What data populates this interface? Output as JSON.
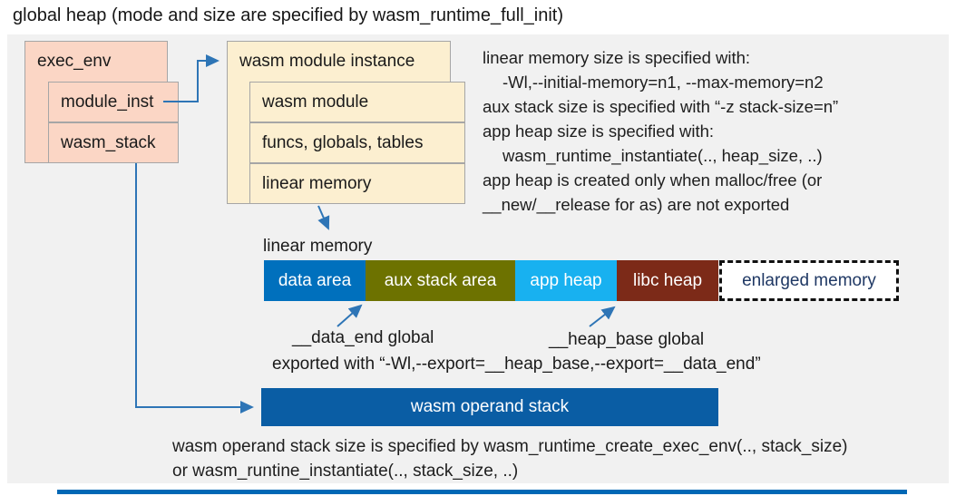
{
  "title": "global heap (mode and size are specified by wasm_runtime_full_init)",
  "exec_env": {
    "header": "exec_env",
    "rows": [
      "module_inst",
      "wasm_stack"
    ]
  },
  "module_instance": {
    "header": "wasm module instance",
    "rows": [
      "wasm module",
      "funcs, globals, tables",
      "linear memory"
    ]
  },
  "notes": {
    "lines": [
      "linear memory size is specified with:",
      "-Wl,--initial-memory=n1, --max-memory=n2",
      "aux stack size is specified with “-z stack-size=n”",
      "app heap size is specified with:",
      "wasm_runtime_instantiate(.., heap_size, ..)",
      "app heap is created only when malloc/free (or",
      "__new/__release for as) are not exported"
    ]
  },
  "linear_memory": {
    "label": "linear memory",
    "segments": [
      {
        "label": "data area",
        "color": "#0070bd"
      },
      {
        "label": "aux stack area",
        "color": "#6d7200"
      },
      {
        "label": "app heap",
        "color": "#18b1f0"
      },
      {
        "label": "libc heap",
        "color": "#7c2a18"
      },
      {
        "label": "enlarged memory",
        "color": "#ffffff",
        "text_color": "#1f3864",
        "border": "dashed"
      }
    ]
  },
  "annotations": {
    "data_end": "__data_end global",
    "heap_base": "__heap_base global",
    "export_line": "exported with “-Wl,--export=__heap_base,--export=__data_end”"
  },
  "operand_stack": {
    "label": "wasm operand stack",
    "color": "#0a5da4"
  },
  "footer": {
    "line1": "wasm operand stack size is specified by wasm_runtime_create_exec_env(.., stack_size)",
    "line2": "or wasm_runtine_instantiate(.., stack_size, ..)"
  },
  "colors": {
    "panel_background": "#f1f1f1",
    "exec_env_fill": "#fbd6c5",
    "module_instance_fill": "#fcefd0",
    "box_border": "#a6a6a6",
    "arrow": "#2e75b6",
    "accent_line": "#0068b5"
  }
}
